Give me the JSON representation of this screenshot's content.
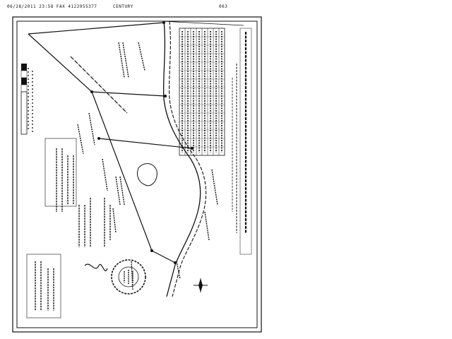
{
  "fax_header": {
    "datetime": "06/28/2011 23:58 FAX 4122955377",
    "sender": "CENTURY",
    "page": "063"
  }
}
